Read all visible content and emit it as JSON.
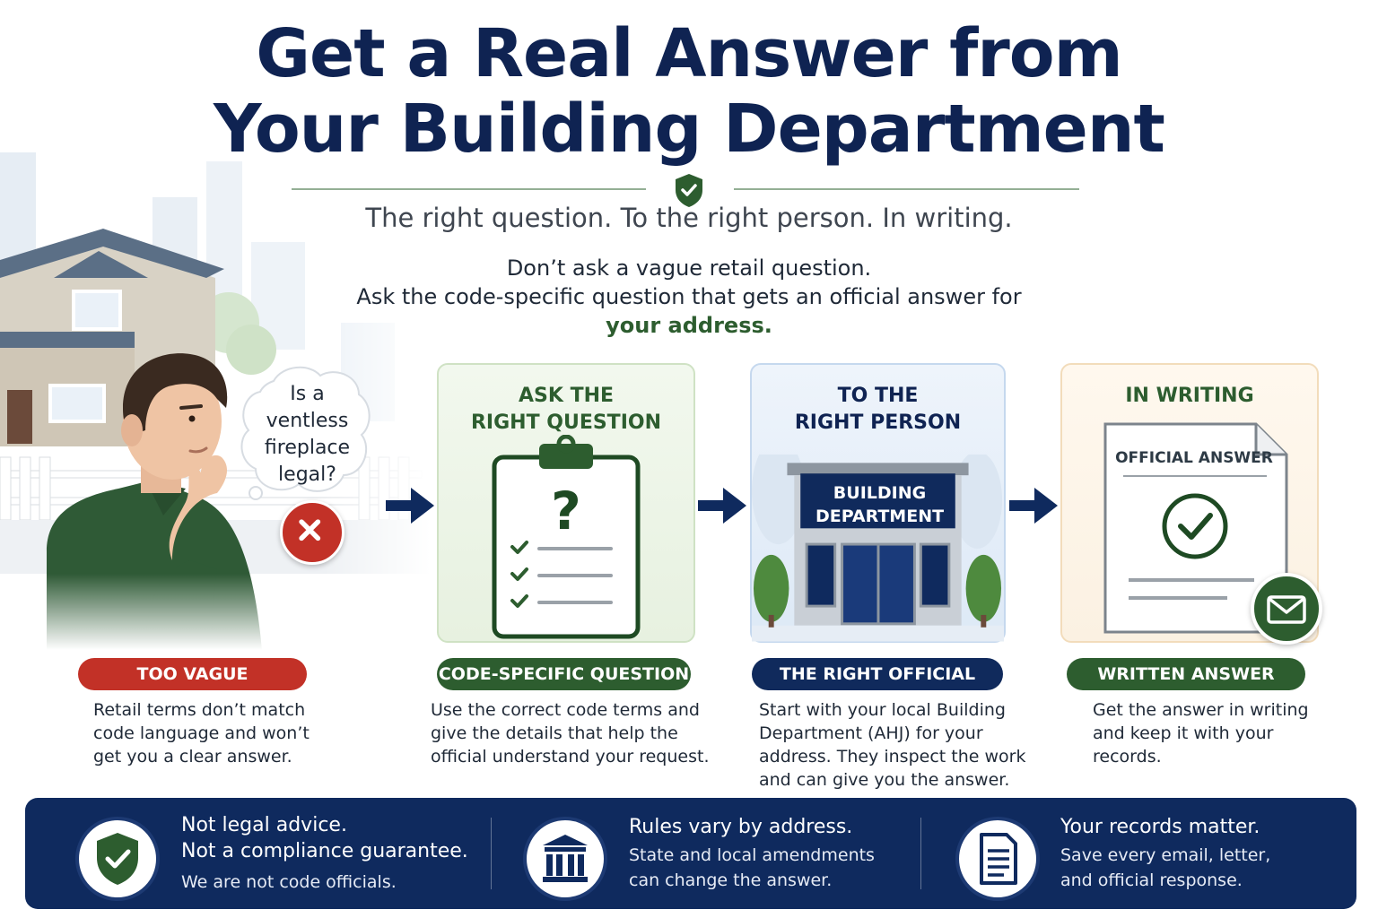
{
  "title": {
    "line1": "Get a Real Answer from",
    "line2": "Your Building Department"
  },
  "subtitle": "The right question. To the right person. In writing.",
  "intro": {
    "line1": "Don’t ask a vague retail question.",
    "line2": "Ask the code-specific question that gets an official answer for",
    "line3": "your address."
  },
  "bubble": {
    "line1": "Is a",
    "line2": "ventless",
    "line3": "fireplace",
    "line4": "legal?"
  },
  "steps": {
    "vague": {
      "pill": "TOO VAGUE",
      "desc1": "Retail terms don’t match",
      "desc2": "code language and won’t",
      "desc3": "get you a clear answer."
    },
    "question": {
      "title1": "ASK THE",
      "title2": "RIGHT QUESTION",
      "pill": "CODE-SPECIFIC QUESTION",
      "desc1": "Use the correct code terms and",
      "desc2": "give the details that help the",
      "desc3": "official understand your request."
    },
    "person": {
      "title1": "TO THE",
      "title2": "RIGHT PERSON",
      "sign1": "BUILDING",
      "sign2": "DEPARTMENT",
      "pill": "THE RIGHT OFFICIAL",
      "desc1": "Start with your local Building",
      "desc2": "Department (AHJ) for your",
      "desc3": "address. They inspect the work",
      "desc4": "and can give you the answer."
    },
    "writing": {
      "title1": "IN WRITING",
      "doc_label": "OFFICIAL ANSWER",
      "pill": "WRITTEN ANSWER",
      "desc1": "Get the answer in writing",
      "desc2": "and keep it with your",
      "desc3": "records."
    }
  },
  "footer": {
    "legal": {
      "title1": "Not legal advice.",
      "title2": "Not a compliance guarantee.",
      "sub1": "We are not code officials."
    },
    "rules": {
      "title1": "Rules vary by address.",
      "sub1": "State and local amendments",
      "sub2": "can change the answer."
    },
    "records": {
      "title1": "Your records matter.",
      "sub1": "Save every email, letter,",
      "sub2": "and official response."
    }
  },
  "icons": {
    "header": "shield-check-icon",
    "reject": "x-icon",
    "clipboard": "clipboard-question-icon",
    "building": "building-department-icon",
    "document": "official-answer-document-icon",
    "email": "envelope-icon",
    "legal": "shield-check-icon",
    "rules": "courthouse-icon",
    "records": "document-icon"
  },
  "colors": {
    "navy": "#0f2352",
    "green": "#2d5d2f",
    "red": "#c23127",
    "footer": "#0f2a5e"
  }
}
